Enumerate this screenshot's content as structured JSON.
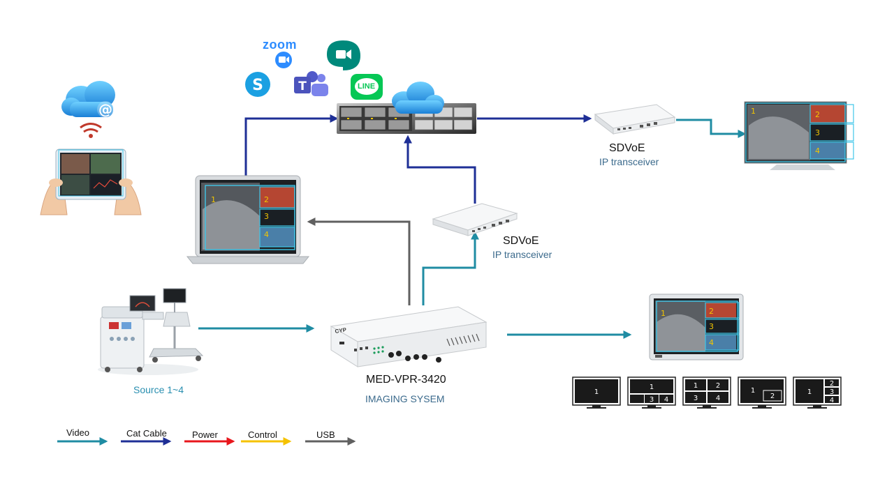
{
  "apps": {
    "zoom": "zoom",
    "line": "LINE",
    "teams": "T",
    "email": "@"
  },
  "devices": {
    "sdvoe_top": {
      "title": "SDVoE",
      "subtitle": "IP transceiver"
    },
    "sdvoe_mid": {
      "title": "SDVoE",
      "subtitle": "IP transceiver"
    },
    "imaging": {
      "title": "MED-VPR-3420",
      "subtitle": "IMAGING SYSEM"
    },
    "source": {
      "label": "Source 1~4"
    },
    "brand": "CYP"
  },
  "feeds": [
    "1",
    "2",
    "3",
    "4"
  ],
  "layouts": [
    {
      "name": "single",
      "labels": [
        "1"
      ]
    },
    {
      "name": "one-plus-two",
      "labels": [
        "1",
        "3",
        "4"
      ]
    },
    {
      "name": "quad",
      "labels": [
        "1",
        "2",
        "3",
        "4"
      ]
    },
    {
      "name": "pip",
      "labels": [
        "1",
        "2"
      ]
    },
    {
      "name": "one-plus-three",
      "labels": [
        "1",
        "2",
        "3",
        "4"
      ]
    }
  ],
  "legend": [
    {
      "label": "Video",
      "color": "#1f8ca3"
    },
    {
      "label": "Cat Cable",
      "color": "#1e2f96"
    },
    {
      "label": "Power",
      "color": "#e8161c"
    },
    {
      "label": "Control",
      "color": "#f5c200"
    },
    {
      "label": "USB",
      "color": "#606060"
    }
  ],
  "colors": {
    "video": "#1f8ca3",
    "cat": "#1e2f96",
    "usb": "#606060",
    "overlay": "#3fc6e8",
    "layout_screen": "#1a1a1a"
  }
}
